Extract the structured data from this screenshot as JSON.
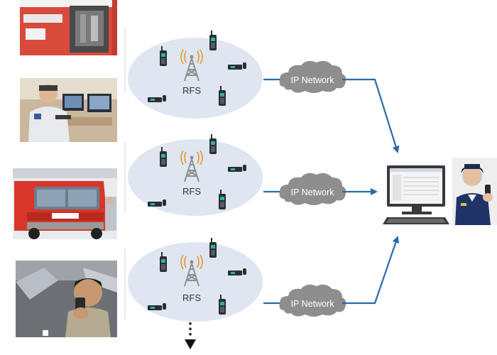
{
  "diagram": {
    "sites": [
      {
        "station_label": "RFS",
        "network_label": "IP Network"
      },
      {
        "station_label": "RFS",
        "network_label": "IP Network"
      },
      {
        "station_label": "RFS",
        "network_label": "IP Network"
      }
    ],
    "continuation": "⋮",
    "colors": {
      "arrow": "#2b6aa8",
      "cloud": "#8e8e8e",
      "cloud_text": "#ffffff",
      "ellipse_fill": "#dfe5f1",
      "tower": "#909090",
      "radio": "#2a2e33",
      "radio_screen": "#2fb1a4"
    }
  }
}
